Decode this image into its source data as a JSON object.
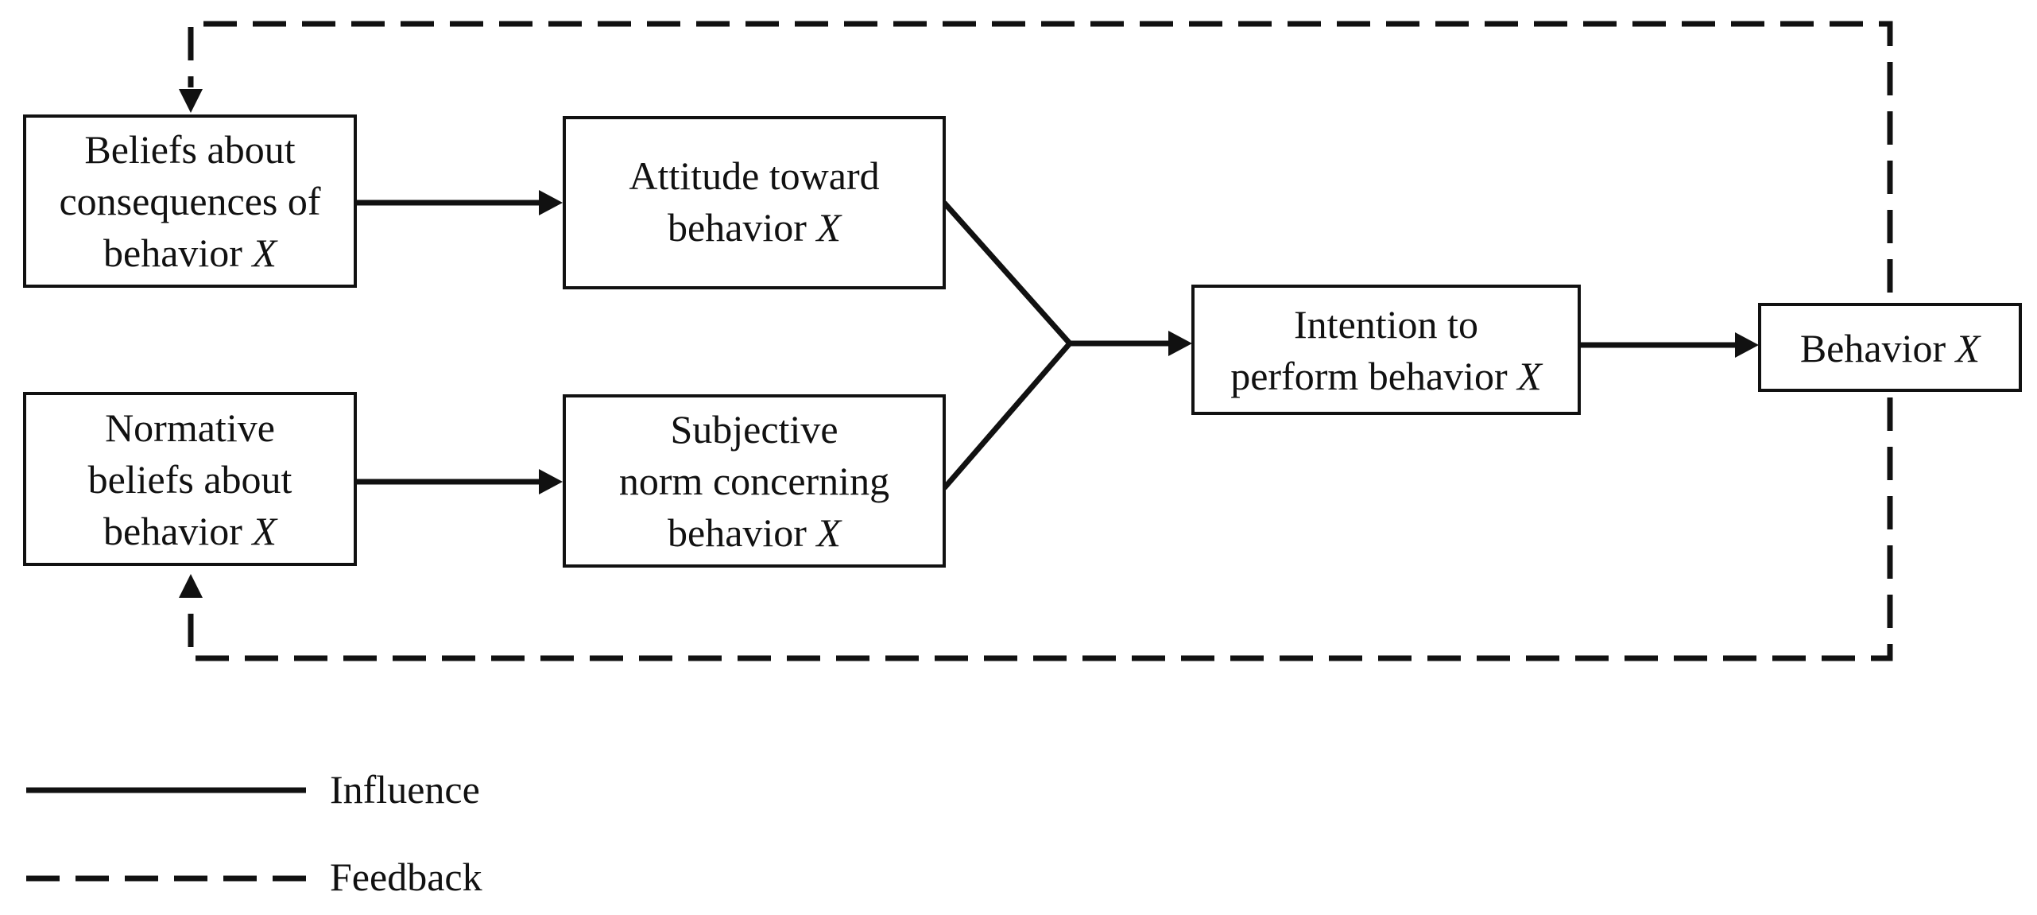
{
  "nodes": {
    "beliefs_consequences": {
      "line1": "Beliefs about",
      "line2": "consequences of",
      "line3_prefix": "behavior ",
      "line3_var": "X"
    },
    "normative_beliefs": {
      "line1": "Normative",
      "line2": "beliefs about",
      "line3_prefix": "behavior ",
      "line3_var": "X"
    },
    "attitude": {
      "line1": "Attitude toward",
      "line2_prefix": "behavior ",
      "line2_var": "X"
    },
    "subjective_norm": {
      "line1": "Subjective",
      "line2": "norm concerning",
      "line3_prefix": "behavior ",
      "line3_var": "X"
    },
    "intention": {
      "line1": "Intention to",
      "line2_prefix": "perform behavior ",
      "line2_var": "X"
    },
    "behavior": {
      "line1_prefix": "Behavior ",
      "line1_var": "X"
    }
  },
  "edges": [
    {
      "from": "beliefs_consequences",
      "to": "attitude",
      "type": "influence"
    },
    {
      "from": "normative_beliefs",
      "to": "subjective_norm",
      "type": "influence"
    },
    {
      "from": "attitude",
      "to": "intention",
      "type": "influence"
    },
    {
      "from": "subjective_norm",
      "to": "intention",
      "type": "influence"
    },
    {
      "from": "intention",
      "to": "behavior",
      "type": "influence"
    },
    {
      "from": "behavior",
      "to": "beliefs_consequences",
      "type": "feedback"
    },
    {
      "from": "behavior",
      "to": "normative_beliefs",
      "type": "feedback"
    }
  ],
  "legend": {
    "influence_label": "Influence",
    "feedback_label": "Feedback"
  }
}
